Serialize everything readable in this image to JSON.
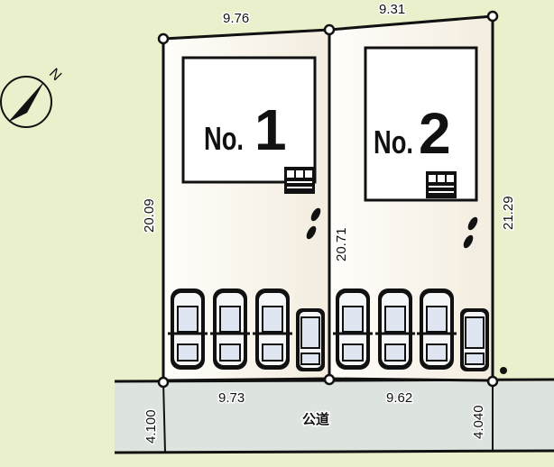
{
  "compass": {
    "label": "N"
  },
  "lots": [
    {
      "label_prefix": "No.",
      "number": "1",
      "top_width": "9.76",
      "left_depth": "20.09",
      "frontage": "9.73",
      "parking_spaces": 4
    },
    {
      "label_prefix": "No.",
      "number": "2",
      "top_width": "9.31",
      "right_depth": "21.29",
      "frontage": "9.62",
      "parking_spaces": 4
    }
  ],
  "shared_boundary": "20.71",
  "road": {
    "label": "公道",
    "width_left": "4.100",
    "width_right": "4.040"
  },
  "colors": {
    "background": "#e9f0cb",
    "lot": "#fbf7ee",
    "road": "#dde3de",
    "line": "#111111"
  }
}
